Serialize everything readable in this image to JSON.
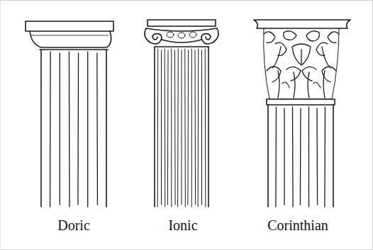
{
  "diagram": {
    "labels": [
      "Doric",
      "Ionic",
      "Corinthian"
    ]
  }
}
